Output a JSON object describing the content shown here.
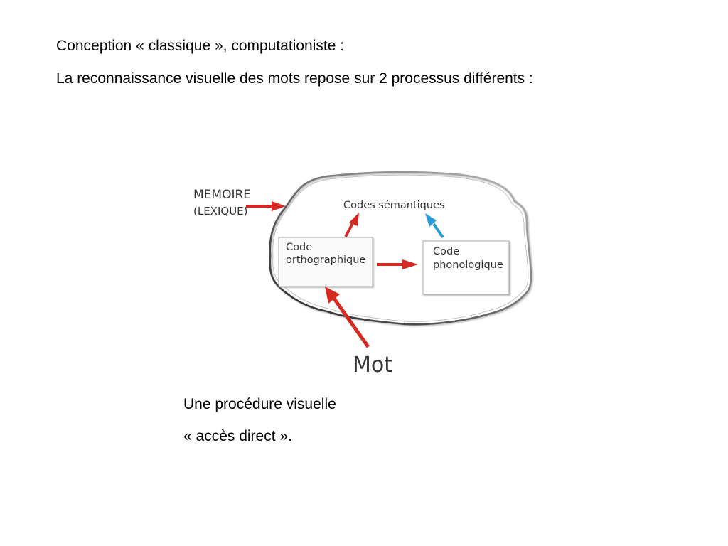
{
  "slide": {
    "heading_line1": "Conception « classique », computationiste :",
    "heading_line2": "La reconnaissance visuelle des mots repose sur 2 processus différents :",
    "caption_line1": "Une procédure visuelle",
    "caption_line2": "« accès direct »."
  },
  "diagram": {
    "memory_label": "MEMOIRE",
    "memory_sublabel": "(LEXIQUE)",
    "semantic_codes": "Codes sémantiques",
    "orthographic_code_line1": "Code",
    "orthographic_code_line2": "orthographique",
    "phonological_code_line1": "Code",
    "phonological_code_line2": "phonologique",
    "word_label": "Mot",
    "colors": {
      "red_arrow": "#d42a22",
      "blue_arrow": "#2a9ad8",
      "cloud_outline": "#444444",
      "box_outline": "#aaaaaa"
    }
  }
}
